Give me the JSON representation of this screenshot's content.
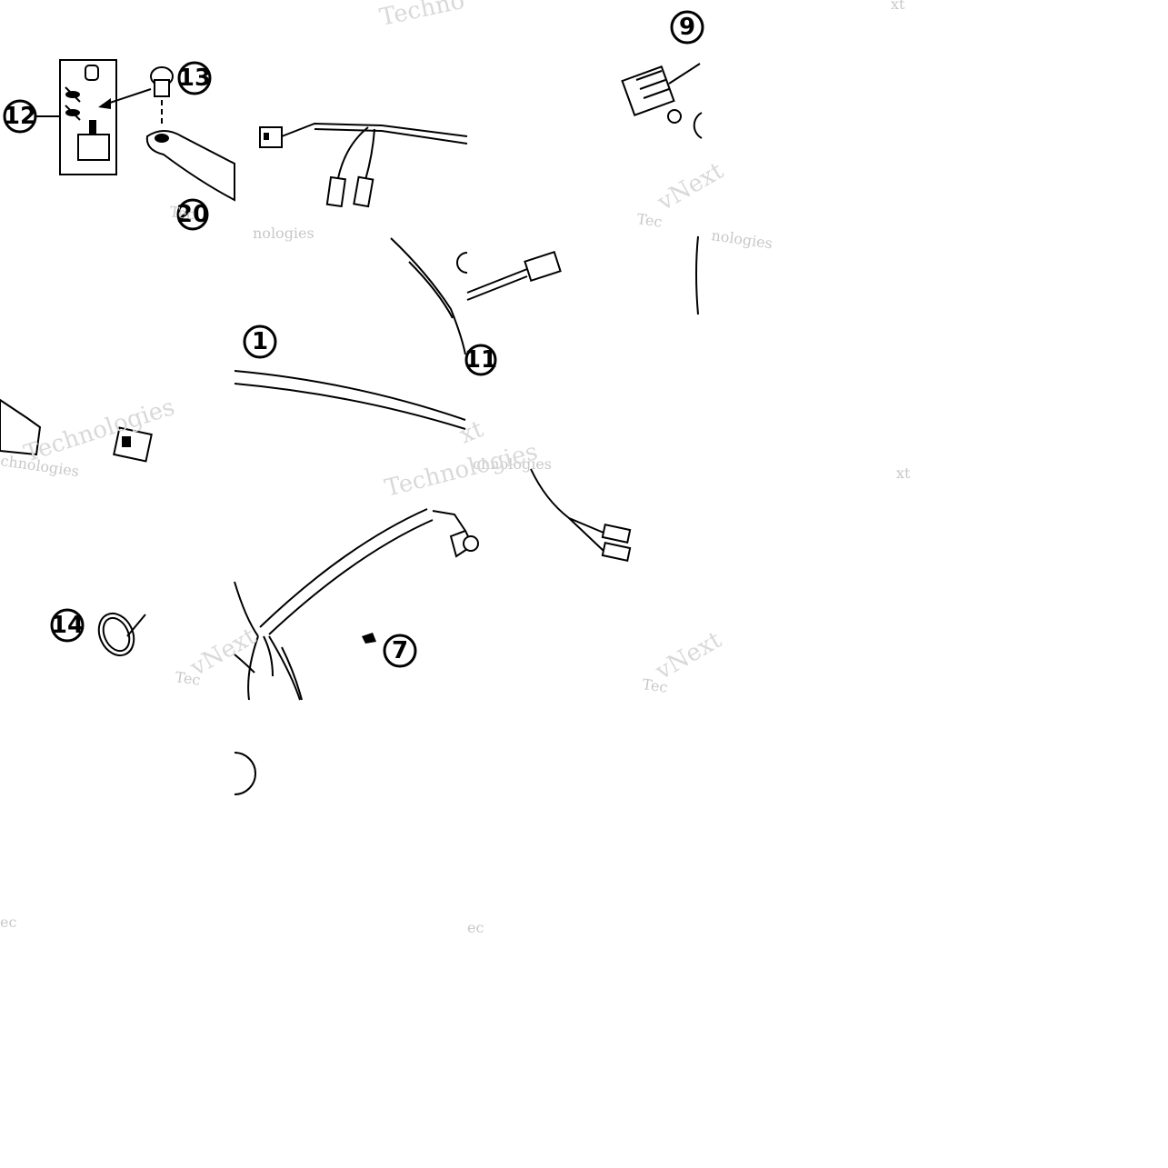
{
  "diagram": {
    "callouts": [
      {
        "id": "callout-1",
        "label": "1"
      },
      {
        "id": "callout-7",
        "label": "7"
      },
      {
        "id": "callout-9",
        "label": "9"
      },
      {
        "id": "callout-11",
        "label": "11"
      },
      {
        "id": "callout-12",
        "label": "12"
      },
      {
        "id": "callout-13",
        "label": "13"
      },
      {
        "id": "callout-14",
        "label": "14"
      },
      {
        "id": "callout-20",
        "label": "20"
      }
    ],
    "watermarks": {
      "brand_line": "vNext Technologies",
      "fragments": [
        "vNext",
        "Technologies",
        "Techno",
        "Tec",
        "nologies",
        "chnologies",
        "xt",
        "ec"
      ]
    }
  }
}
